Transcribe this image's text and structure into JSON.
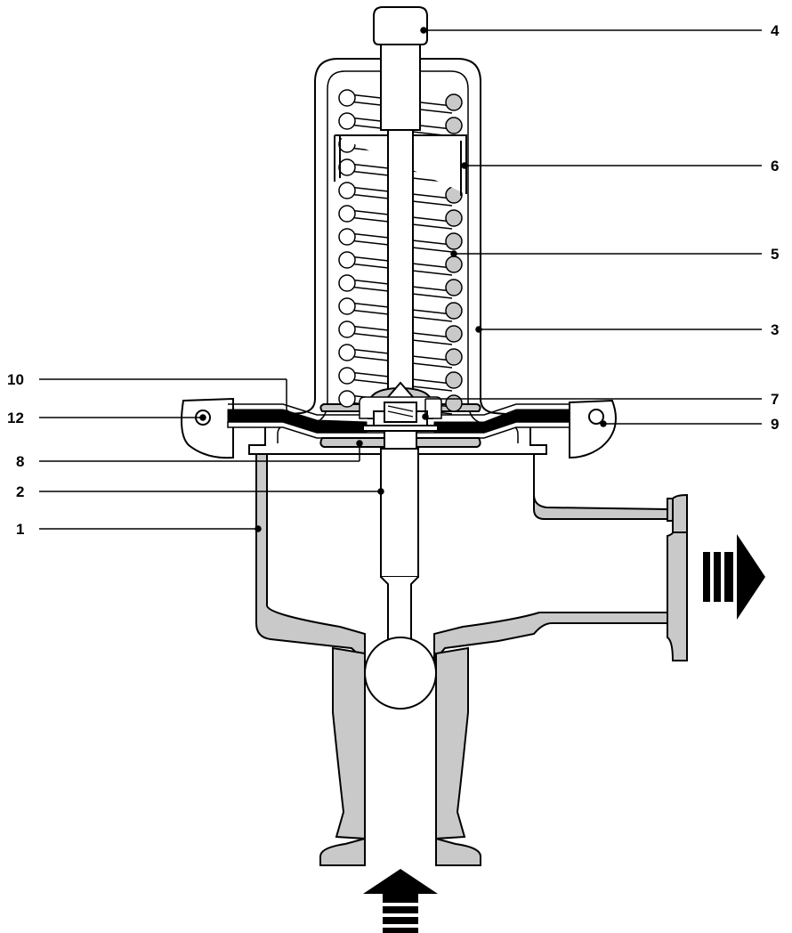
{
  "colors": {
    "outline": "#000000",
    "body_fill": "#c9c9c9",
    "coil_fill": "#c9c9c9",
    "diaphragm": "#000000",
    "background": "#ffffff"
  },
  "callouts": [
    {
      "id": "c4",
      "text": "4"
    },
    {
      "id": "c6",
      "text": "6"
    },
    {
      "id": "c5",
      "text": "5"
    },
    {
      "id": "c3",
      "text": "3"
    },
    {
      "id": "c7",
      "text": "7"
    },
    {
      "id": "c9",
      "text": "9"
    },
    {
      "id": "c10",
      "text": "10"
    },
    {
      "id": "c12",
      "text": "12"
    },
    {
      "id": "c8",
      "text": "8"
    },
    {
      "id": "c2",
      "text": "2"
    },
    {
      "id": "c1",
      "text": "1"
    }
  ],
  "flow": {
    "inlet_icon": "arrow-up-icon",
    "outlet_icon": "arrow-right-icon"
  }
}
